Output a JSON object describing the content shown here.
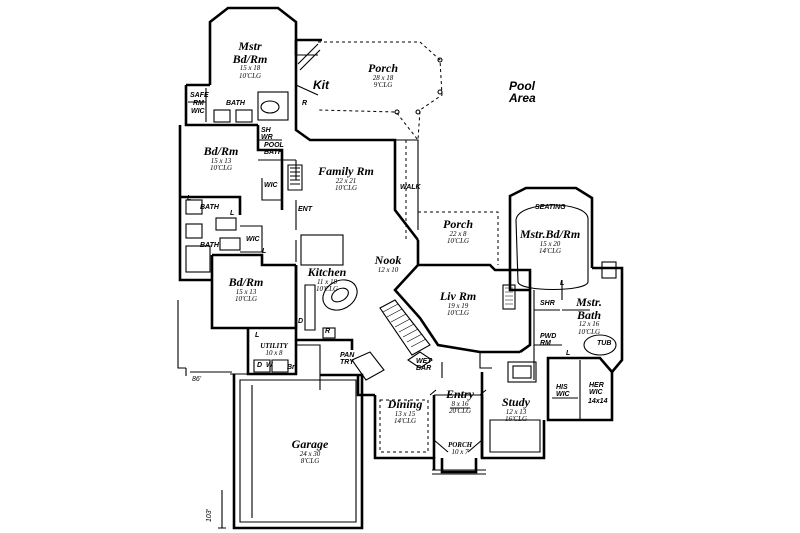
{
  "rooms": {
    "master_bedroom_1": {
      "name": "Mstr\nBd/Rm",
      "size": "15 x 18",
      "ceiling": "10'CLG"
    },
    "porch_top": {
      "name": "Porch",
      "size": "28 x 18",
      "ceiling": "9'CLG"
    },
    "kitchen_short": {
      "name": "Kit"
    },
    "pool_area": {
      "name": "Pool\nArea"
    },
    "bedroom_1": {
      "name": "Bd/Rm",
      "size": "15 x 13",
      "ceiling": "10'CLG"
    },
    "family_room": {
      "name": "Family Rm",
      "size": "22 x 21",
      "ceiling": "10'CLG"
    },
    "porch_mid": {
      "name": "Porch",
      "size": "22 x 8",
      "ceiling": "10'CLG"
    },
    "master_bedroom_2": {
      "name": "Mstr.Bd/Rm",
      "size": "15 x 20",
      "ceiling": "14'CLG"
    },
    "nook": {
      "name": "Nook",
      "size": "12 x 10"
    },
    "kitchen": {
      "name": "Kitchen",
      "size": "11 x 18",
      "ceiling": "10'CLG"
    },
    "bedroom_2": {
      "name": "Bd/Rm",
      "size": "15 x 13",
      "ceiling": "10'CLG"
    },
    "living_room": {
      "name": "Liv Rm",
      "size": "19 x 19",
      "ceiling": "10'CLG"
    },
    "master_bath": {
      "name": "Mstr.\nBath",
      "size": "12 x 16",
      "ceiling": "10'CLG"
    },
    "utility": {
      "name": "UTILITY",
      "size": "10 x 8"
    },
    "dining": {
      "name": "Dining",
      "size": "13 x 15",
      "ceiling": "14'CLG"
    },
    "entry": {
      "name": "Entry",
      "size": "8 x 16",
      "ceiling": "20'CLG"
    },
    "study": {
      "name": "Study",
      "size": "12 x 13",
      "ceiling": "16'CLG"
    },
    "garage": {
      "name": "Garage",
      "size": "24 x 30",
      "ceiling": "8'CLG"
    },
    "porch_front": {
      "name": "PORCH",
      "size": "10 x 7"
    }
  },
  "fixtures": {
    "safe": "SAFE",
    "rm": "RM",
    "wic": "WIC",
    "bath": "BATH",
    "sh": "SH",
    "wr": "WR",
    "pool_bath": "POOL\nBATH",
    "ent": "ENT",
    "walk": "WALK",
    "seating": "SEATING",
    "shr": "SHR",
    "pwd_rm": "PWD\nRM",
    "tub": "TUB",
    "his_wic": "HIS\nWIC",
    "her_wic": "HER\nWIC",
    "her_wic_size": "14x14",
    "pan_try": "PAN\nTRY",
    "wet_bar": "WET\nBAR",
    "l": "L",
    "r": "R",
    "d": "D",
    "w": "W",
    "dw": "D  W",
    "br": "Br"
  },
  "dimensions": {
    "overall_width": "86'",
    "overall_depth": "103'"
  }
}
